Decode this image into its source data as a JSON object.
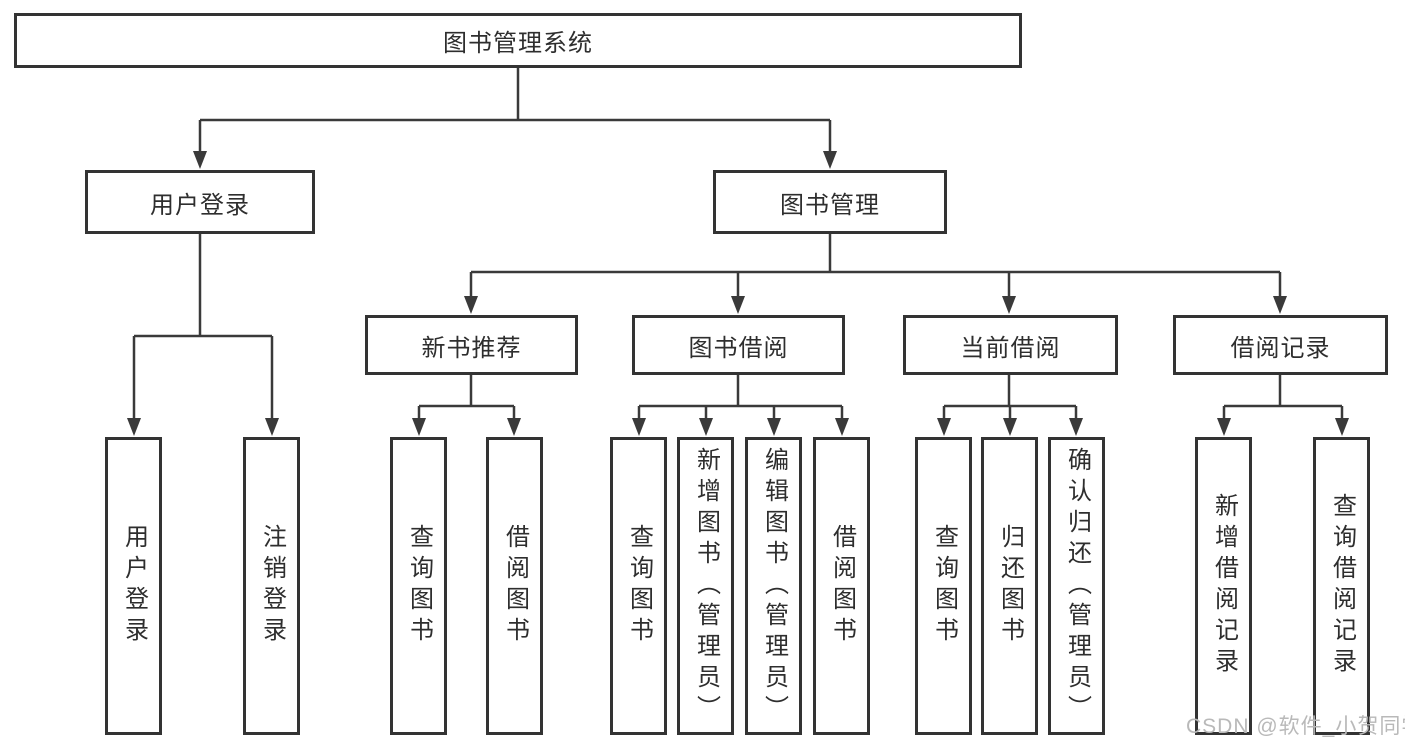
{
  "diagram": {
    "title": "图书管理系统",
    "nodes": {
      "root": {
        "label": "图书管理系统"
      },
      "user_login": {
        "label": "用户登录"
      },
      "book_mgmt": {
        "label": "图书管理"
      },
      "new_book_rec": {
        "label": "新书推荐"
      },
      "book_borrow": {
        "label": "图书借阅"
      },
      "current_borrow": {
        "label": "当前借阅"
      },
      "borrow_record": {
        "label": "借阅记录"
      },
      "ul_login": {
        "label": "用户登录"
      },
      "ul_logout": {
        "label": "注销登录"
      },
      "nb_query": {
        "label": "查询图书"
      },
      "nb_borrow": {
        "label": "借阅图书"
      },
      "bb_query": {
        "label": "查询图书"
      },
      "bb_add": {
        "label": "新增图书（管理员）"
      },
      "bb_edit": {
        "label": "编辑图书（管理员）"
      },
      "bb_borrow": {
        "label": "借阅图书"
      },
      "cb_query": {
        "label": "查询图书"
      },
      "cb_return": {
        "label": "归还图书"
      },
      "cb_confirm": {
        "label": "确认归还（管理员）"
      },
      "br_add": {
        "label": "新增借阅记录"
      },
      "br_query": {
        "label": "查询借阅记录"
      }
    },
    "structure": {
      "root": [
        "user_login",
        "book_mgmt"
      ],
      "user_login": [
        "ul_login",
        "ul_logout"
      ],
      "book_mgmt": [
        "new_book_rec",
        "book_borrow",
        "current_borrow",
        "borrow_record"
      ],
      "new_book_rec": [
        "nb_query",
        "nb_borrow"
      ],
      "book_borrow": [
        "bb_query",
        "bb_add",
        "bb_edit",
        "bb_borrow"
      ],
      "current_borrow": [
        "cb_query",
        "cb_return",
        "cb_confirm"
      ],
      "borrow_record": [
        "br_add",
        "br_query"
      ]
    },
    "watermark": "CSDN @软件_小贺同学",
    "colors": {
      "line": "#3a3a3a",
      "box_border": "#333333",
      "box_fill": "#ffffff",
      "text": "#2e2e2e",
      "watermark": "#b9b9b9"
    }
  }
}
